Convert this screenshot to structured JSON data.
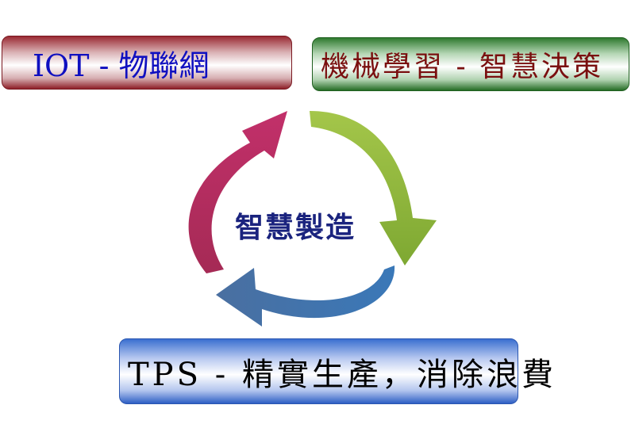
{
  "boxes": {
    "iot": "IOT - 物聯網",
    "ml": "機械學習 - 智慧決策",
    "tps": "TPS - 精實生產，消除浪費"
  },
  "center_label": "智慧製造",
  "colors": {
    "arrow_magenta": "#b03060",
    "arrow_green": "#8cb83a",
    "arrow_blue": "#3f6fa8"
  }
}
